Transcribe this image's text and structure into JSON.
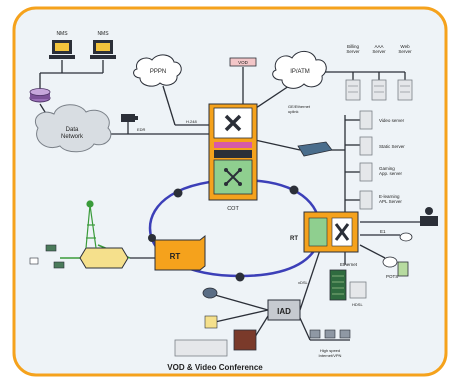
{
  "diagram": {
    "colors": {
      "panel_fill": "#eef3f7",
      "panel_border": "#f5a21c",
      "cloud_fill": "#d8dde2",
      "cloud_stroke": "#7a8088",
      "ring_stroke": "#3c3fb8",
      "green_line": "#3a9b3a",
      "rt_fill": "#f5a21c",
      "node_dark": "#2b2f38"
    },
    "labels": {
      "nms1": "NMS",
      "nms2": "NMS",
      "data_network": "Data Network",
      "pppn": "PPPN",
      "vod_top": "VOD",
      "h248": "H.248",
      "iptv_cloud": "IP/ATM",
      "server_billing": "Billing Server",
      "server_aaa": "AAA Server",
      "server_web": "Web Server",
      "video_server": "Video server",
      "static_server": "Static Server",
      "gaming_server": "Gaming App. server",
      "elearning_server": "E-learning APL Server",
      "gbe_label": "GE/Ethernet",
      "cot": "COT",
      "rt_left": "RT",
      "rt_right": "RT",
      "ethernet": "Ethernet",
      "hdsl": "HDSL",
      "potsl": "POTS",
      "e1": "E1",
      "iad": "IAD",
      "xdsl": "xDSL",
      "high_speed": "High speed Internet/VPN",
      "caption": "VOD & Video Conference"
    }
  }
}
